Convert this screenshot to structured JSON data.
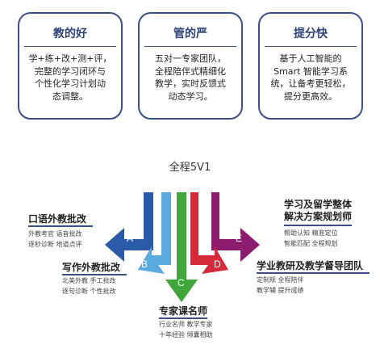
{
  "cards": [
    {
      "title": "教的好",
      "lines": [
        "学+练+改+测+评，",
        "完整的学习闭环与",
        "个性化学习计划动",
        "态调整。"
      ]
    },
    {
      "title": "管的严",
      "lines": [
        "五对一专家团队，",
        "全程陪伴式精细化",
        "教学，实时反馈式",
        "动态学习。"
      ]
    },
    {
      "title": "提分快",
      "lines": [
        "基于人工智能的",
        "Smart 智能学习系",
        "统，让备考更轻松，",
        "提分更高效。"
      ]
    }
  ],
  "diagram": {
    "title": "全程5V1",
    "letters": [
      "A",
      "B",
      "C",
      "D",
      "E"
    ],
    "colors": {
      "A": "#2b5aa8",
      "B": "#5aa9df",
      "C": "#3fa63a",
      "D": "#d42a3a",
      "E": "#8c1c6e"
    },
    "left": [
      {
        "heading": "口语外教批改",
        "lines": [
          "外教考官  语音批改",
          "逐秒诊断  地道点评"
        ]
      },
      {
        "heading": "写作外教批改",
        "lines": [
          "北美外教  手工批改",
          "逐句诊断  个性批改"
        ]
      }
    ],
    "bottom": {
      "heading": "专家课名师",
      "lines": [
        "行业名师  教学专家",
        "十年经验  倾囊相助"
      ]
    },
    "right": [
      {
        "heading_lines": [
          "学习及留学整体",
          "解决方案规划师"
        ],
        "lines": [
          "帮助认知  精准定位",
          "智能匹配  全程规划"
        ]
      },
      {
        "heading": "学业教研及教学督导团队",
        "lines": [
          "定制规  全程陪伴",
          "教学辅  提升成绩"
        ]
      }
    ]
  }
}
